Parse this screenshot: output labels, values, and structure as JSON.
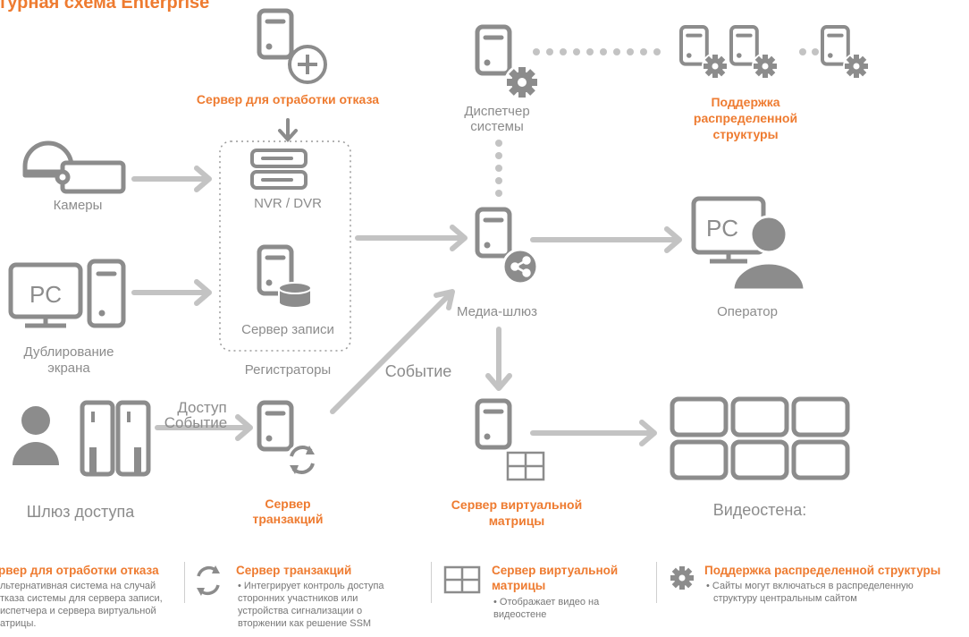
{
  "title": "турная схема Enterprise",
  "nodes": {
    "failover_server": "Сервер для отработки отказа",
    "nvr_dvr": "NVR / DVR",
    "record_server": "Сервер записи",
    "registrators": "Регистраторы",
    "cameras": "Камеры",
    "screen_dup": [
      "Дублирование",
      "экрана"
    ],
    "access_gateway": "Шлюз доступа",
    "access_event": [
      "Доступ",
      "Событие"
    ],
    "transaction_server": [
      "Сервер",
      "транзакций"
    ],
    "event": "Событие",
    "system_manager": [
      "Диспетчер",
      "системы"
    ],
    "distributed_support": [
      "Поддержка",
      "распределенной",
      "структуры"
    ],
    "media_gateway": "Медиа-шлюз",
    "operator": "Оператор",
    "virtual_matrix_server": [
      "Сервер виртуальной",
      "матрицы"
    ],
    "videowall": "Видеостена:",
    "pc_label": "PC"
  },
  "legend": [
    {
      "icon": "failover-icon",
      "title": "рвер для отработки отказа",
      "body": [
        "льтернативная система на случай",
        "тказа системы для сервера записи,",
        "испетчера и сервера виртуальной",
        "атрицы."
      ]
    },
    {
      "icon": "refresh-icon",
      "title": "Сервер транзакций",
      "body": [
        "• Интегрирует контроль доступа",
        "сторонних участников или",
        "устройства сигнализации о",
        "вторжении как решение SSM"
      ]
    },
    {
      "icon": "grid-icon",
      "title": [
        "Сервер виртуальной",
        "матрицы"
      ],
      "body": [
        "• Отображает видео на",
        "видеостене"
      ]
    },
    {
      "icon": "gear-icon",
      "title": "Поддержка распределенной структуры",
      "body": [
        "• Сайты могут включаться в распределенную",
        "структуру центральным сайтом"
      ]
    }
  ],
  "colors": {
    "accent": "#ee7b30",
    "icon_gray": "#8c8c8c",
    "arrow_gray": "#c3c3c3",
    "text_gray": "#8c8c8c"
  }
}
